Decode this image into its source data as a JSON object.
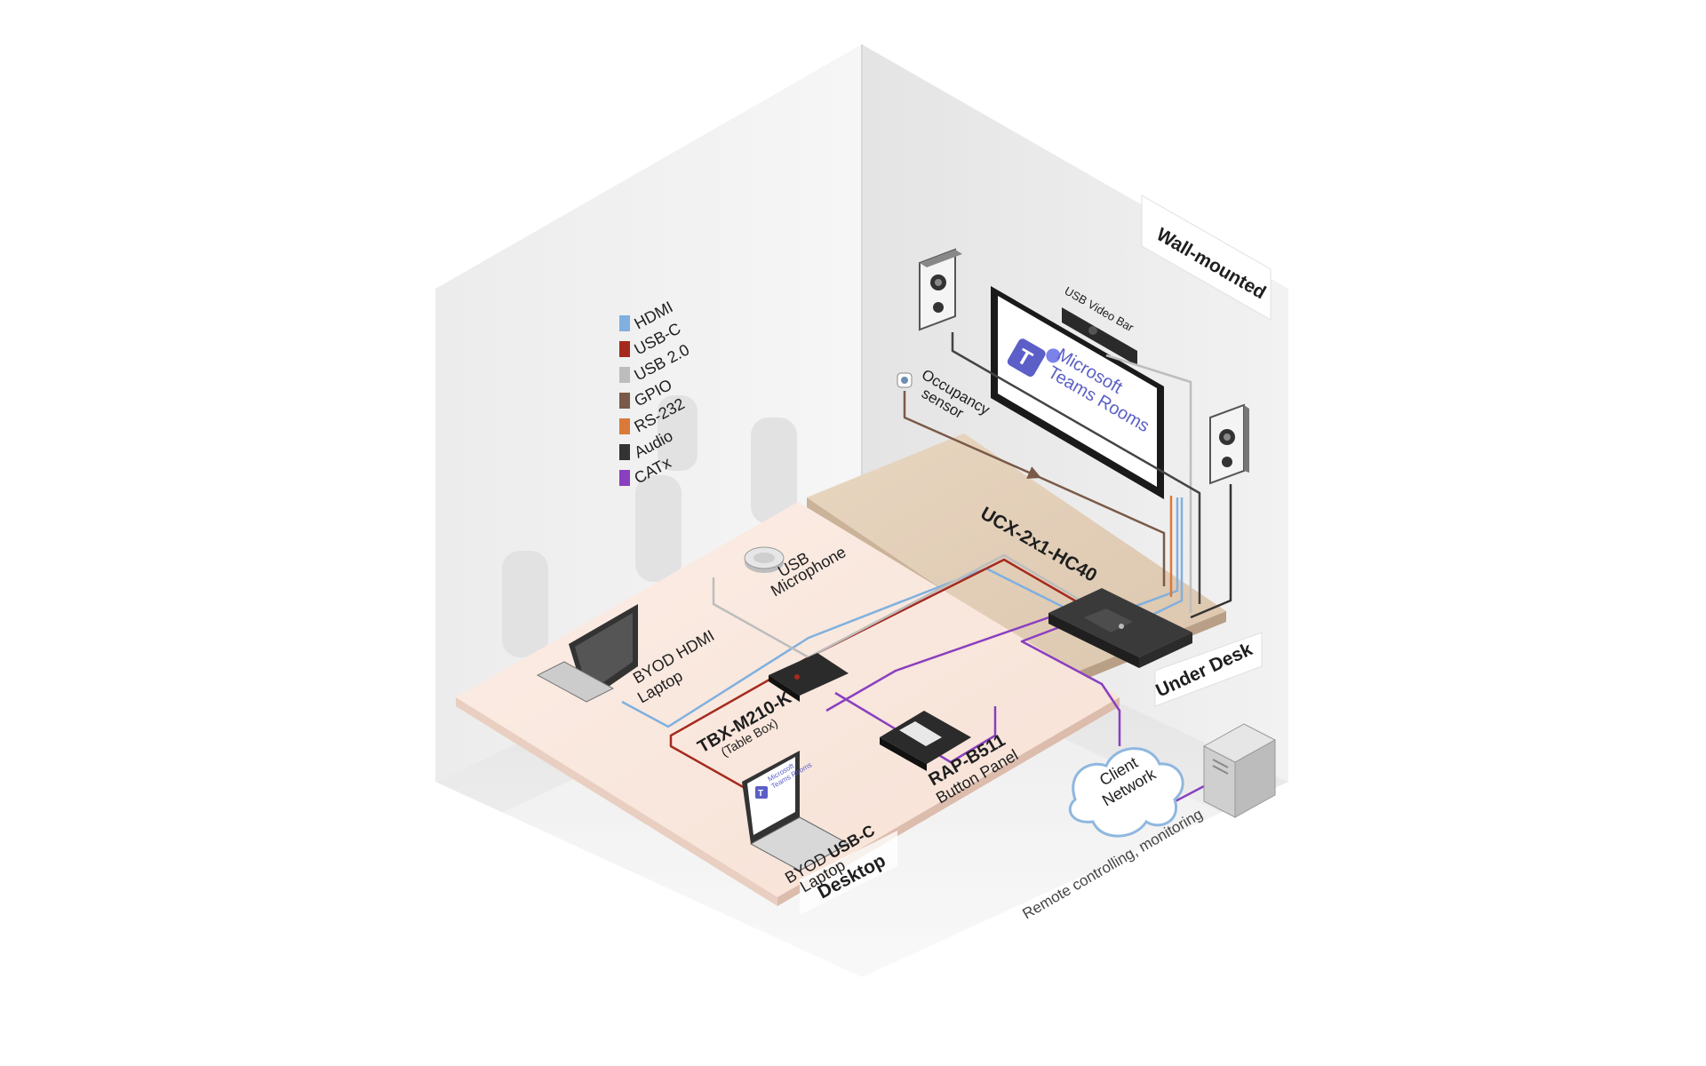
{
  "legend": {
    "items": [
      {
        "label": "HDMI",
        "color": "#7fb0df"
      },
      {
        "label": "USB-C",
        "color": "#a52a1e"
      },
      {
        "label": "USB 2.0",
        "color": "#bdbdbd"
      },
      {
        "label": "GPIO",
        "color": "#7a5a48"
      },
      {
        "label": "RS-232",
        "color": "#d97a3a"
      },
      {
        "label": "Audio",
        "color": "#333333"
      },
      {
        "label": "CATx",
        "color": "#8a3fbf"
      }
    ]
  },
  "zones": {
    "wall": "Wall-mounted",
    "under_desk": "Under Desk",
    "desktop": "Desktop"
  },
  "devices": {
    "video_bar": "USB Video Bar",
    "display_line1": "Microsoft",
    "display_line2": "Teams Rooms",
    "occupancy_line1": "Occupancy",
    "occupancy_line2": "sensor",
    "ucx": "UCX-2x1-HC40",
    "mic_line1": "USB",
    "mic_line2": "Microphone",
    "hdmi_laptop_line1": "BYOD HDMI",
    "hdmi_laptop_line2": "Laptop",
    "table_box_name": "TBX-M210-K",
    "table_box_sub": "(Table Box)",
    "rap_name": "RAP-B511",
    "rap_sub": "Button Panel",
    "usbc_laptop_line1_a": "BYOD ",
    "usbc_laptop_line1_b": "USB-C",
    "usbc_laptop_line2": "Laptop",
    "laptop_screen_line1": "Microsoft",
    "laptop_screen_line2": "Teams Rooms",
    "cloud_line1": "Client",
    "cloud_line2": "Network",
    "remote": "Remote controlling, monitoring"
  },
  "colors": {
    "hdmi": "#7fb0df",
    "usbc": "#a52a1e",
    "usb2": "#bdbdbd",
    "gpio": "#7a5a48",
    "rs232": "#d97a3a",
    "audio": "#333333",
    "catx": "#8a3fbf",
    "teams": "#5b5fc7"
  }
}
